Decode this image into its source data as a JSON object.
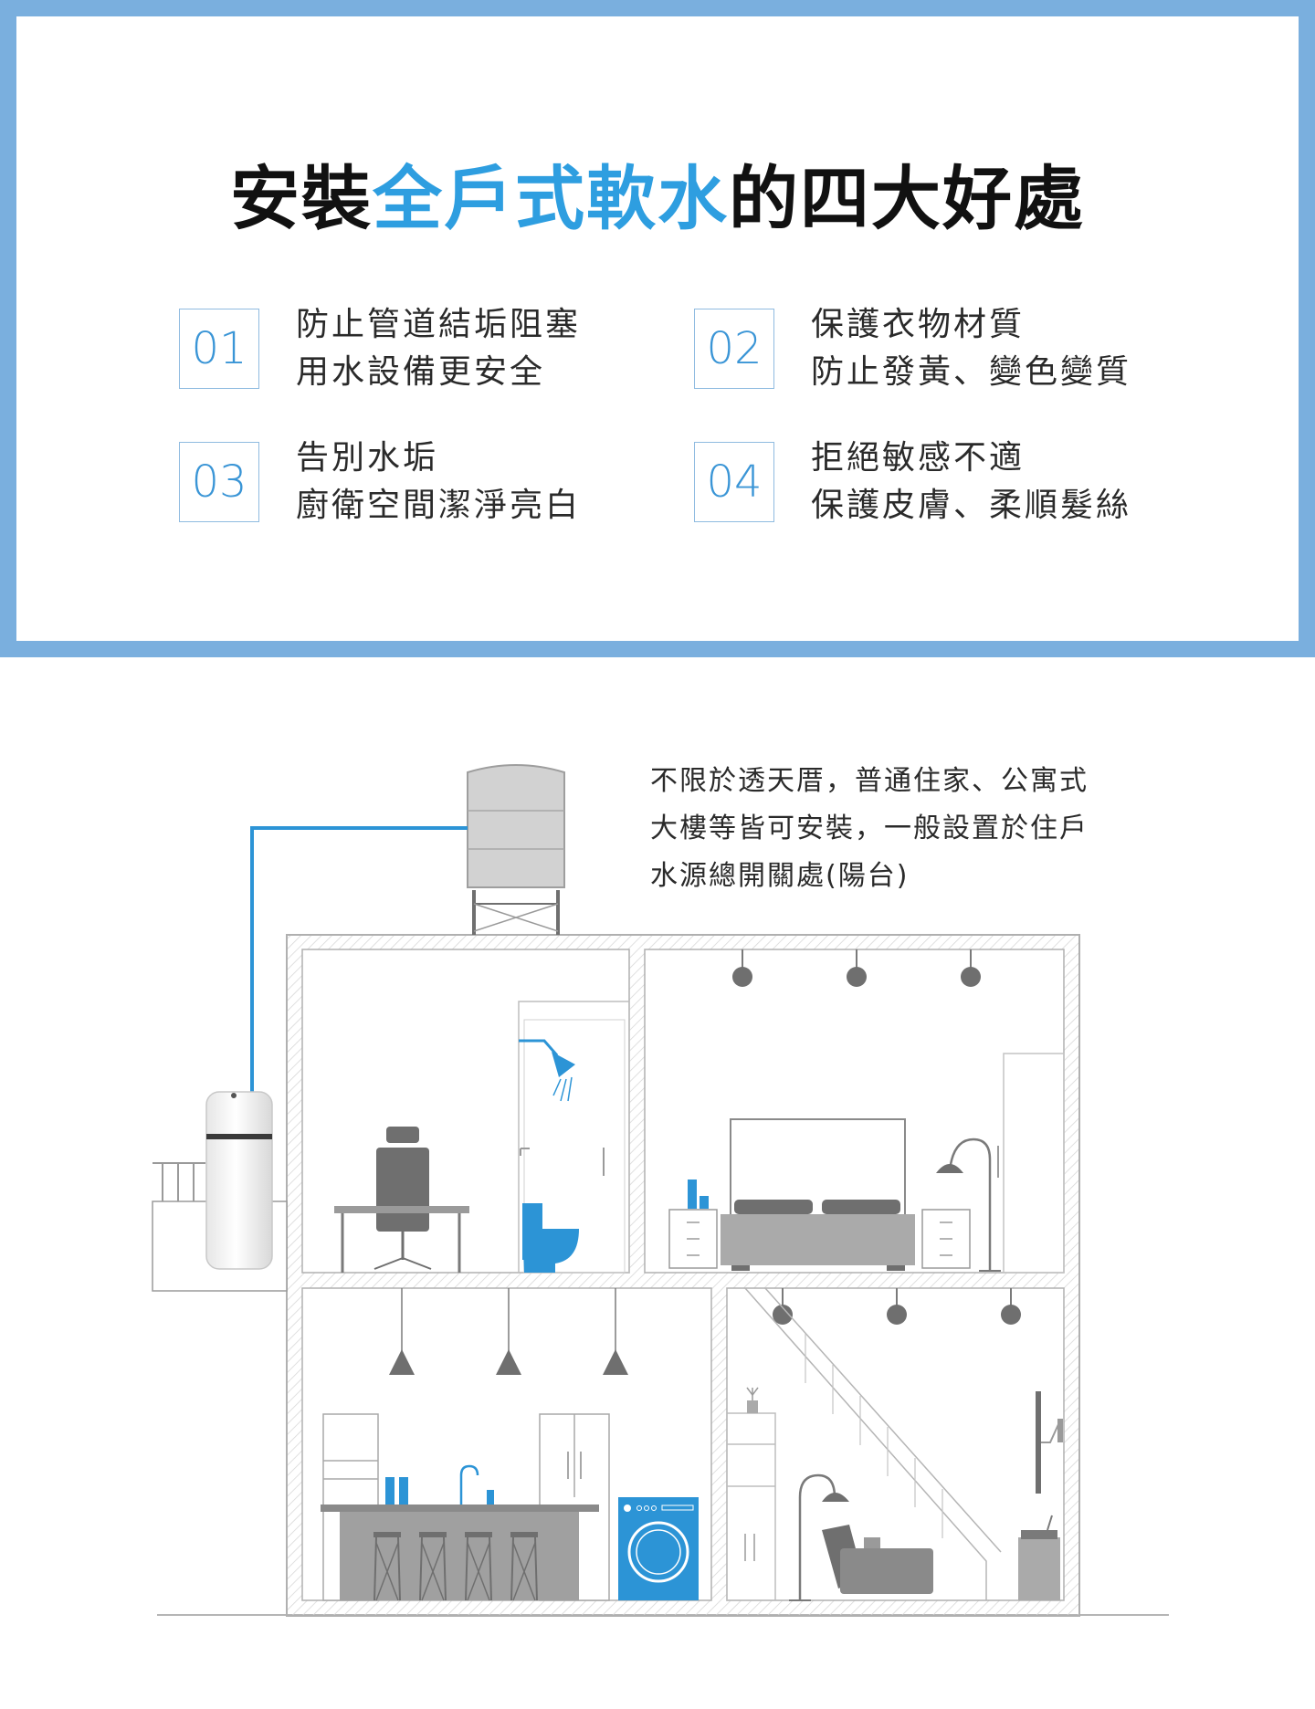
{
  "headline": {
    "part1": "安裝",
    "highlight": "全戶式軟水",
    "part2": "的四大好處",
    "highlight_color": "#2e9ee0"
  },
  "benefits": [
    {
      "number": "01",
      "line1": "防止管道結垢阻塞",
      "line2": "用水設備更安全"
    },
    {
      "number": "02",
      "line1": "保護衣物材質",
      "line2": "防止發黃、變色變質"
    },
    {
      "number": "03",
      "line1": "告別水垢",
      "line2": "廚衛空間潔淨亮白"
    },
    {
      "number": "04",
      "line1": "拒絕敏感不適",
      "line2": "保護皮膚、柔順髮絲"
    }
  ],
  "note": {
    "line1": "不限於透天厝，普通住家、公寓式",
    "line2": "大樓等皆可安裝，一般設置於住戶",
    "line3": "水源總開關處(陽台)"
  },
  "colors": {
    "frame": "#7aafde",
    "accent": "#2e9ee0",
    "gray": "#7a7a7a",
    "blue_fixture": "#2c94d6"
  }
}
